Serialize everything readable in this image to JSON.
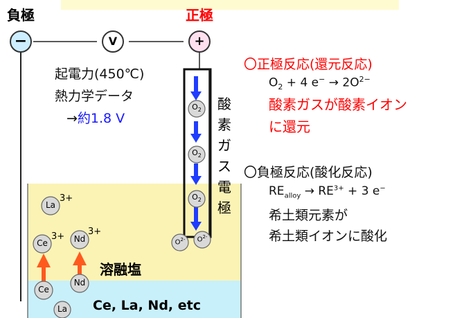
{
  "electrodes": {
    "negative_label": "負極",
    "positive_label": "正極",
    "negative_symbol": "−",
    "positive_symbol": "+",
    "voltmeter_symbol": "V"
  },
  "emf": {
    "line1": "起電力(450℃)",
    "line2": "熱力学データ",
    "line3_arrow": "→",
    "line3_value": "約1.8 V"
  },
  "gas_electrode": {
    "chars": [
      "酸",
      "素",
      "ガ",
      "ス",
      "電",
      "極"
    ],
    "o2_label": "O",
    "o2_sub": "2",
    "oxide_label": "O",
    "oxide_sup": "2-"
  },
  "cathode_reaction": {
    "title": "〇正極反応(還元反応)",
    "eq_o": "O",
    "eq_sub": "2",
    "eq_mid": " + 4 e",
    "eq_minus": "−",
    "eq_arrow": " → 2O",
    "eq_charge": "2−",
    "line3": "酸素ガスが酸素イオン",
    "line4": "に還元"
  },
  "anode_reaction": {
    "title": "〇負極反応(酸化反応)",
    "eq_re": "RE",
    "eq_sub": "alloy",
    "eq_arrow": " → RE",
    "eq_charge": "3+",
    "eq_tail": " + 3 e",
    "eq_minus": "−",
    "line3": "希土類元素が",
    "line4": "希土類イオンに酸化"
  },
  "ions": {
    "la": "La",
    "ce": "Ce",
    "nd": "Nd",
    "charge": "3+"
  },
  "molten_salt_label": "溶融塩",
  "metals_label": "Ce, La, Nd, etc",
  "colors": {
    "red": "#ff0000",
    "blue": "#1919ff",
    "salt": "#fbf3b4",
    "metal_layer": "#c8f0fb",
    "minus_circle": "#cdeeff",
    "plus_circle": "#ffe0ef",
    "arrow_orange": "#ff5a1e"
  }
}
